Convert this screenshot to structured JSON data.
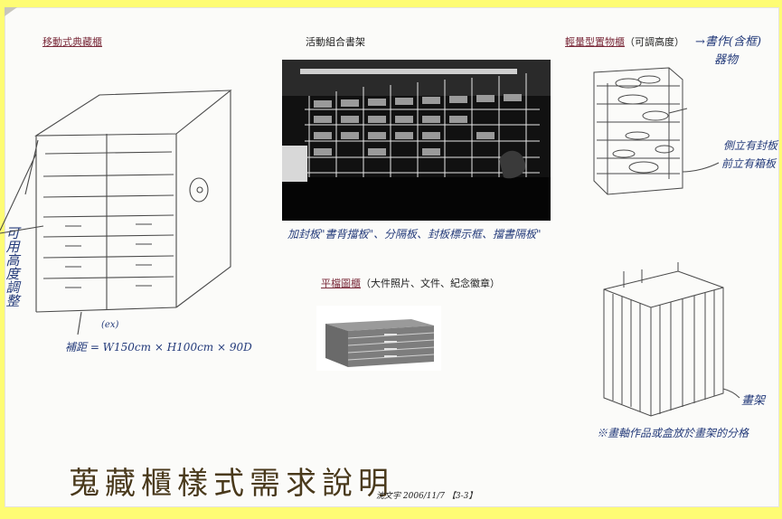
{
  "labels": {
    "mobile_cabinet": "移動式典藏櫃",
    "active_shelf": "活動組合書架",
    "light_cabinet": "輕量型置物櫃",
    "light_cabinet_note": "（可調高度）",
    "flat_cabinet": "平檔圖櫃",
    "flat_cabinet_note": "（大件照片、文件、紀念徽章）"
  },
  "handwriting": {
    "top_right": "→書作(含框)",
    "top_right_2": "器物",
    "right_note_1": "側立有封板",
    "right_note_2": "前立有箱板",
    "shelf_note": "加封板\"書背擋板\"、分隔板、封板標示框、擋書隔板\"",
    "dims_ex": "(ex)",
    "dims": "補距 = W150cm × H100cm × 90D",
    "left_vertical": "可用高度調整",
    "rack_label": "畫架",
    "bottom_right_note": "※畫軸作品或盒放於畫架的分格"
  },
  "title": "蒐藏櫃樣式需求說明",
  "footer": "沈文宇 2006/11/7 【3-3】"
}
